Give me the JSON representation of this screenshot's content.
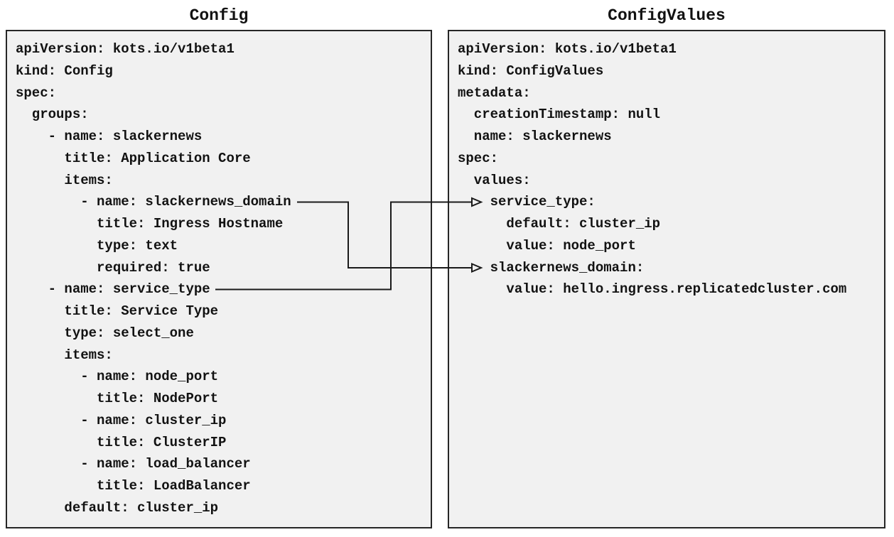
{
  "colors": {
    "box_fill": "#f1f1f1",
    "box_border": "#262626",
    "text": "#121212",
    "arrow": "#1a1a1a",
    "page_bg": "#ffffff"
  },
  "panels": {
    "left": {
      "title": "Config",
      "lines": [
        "apiVersion: kots.io/v1beta1",
        "kind: Config",
        "spec:",
        "  groups:",
        "    - name: slackernews",
        "      title: Application Core",
        "      items:",
        "        - name: slackernews_domain",
        "          title: Ingress Hostname",
        "          type: text",
        "          required: true",
        "    - name: service_type",
        "      title: Service Type",
        "      type: select_one",
        "      items:",
        "        - name: node_port",
        "          title: NodePort",
        "        - name: cluster_ip",
        "          title: ClusterIP",
        "        - name: load_balancer",
        "          title: LoadBalancer",
        "      default: cluster_ip"
      ]
    },
    "right": {
      "title": "ConfigValues",
      "lines": [
        "apiVersion: kots.io/v1beta1",
        "kind: ConfigValues",
        "metadata:",
        "  creationTimestamp: null",
        "  name: slackernews",
        "spec:",
        "  values:",
        "    service_type:",
        "      default: cluster_ip",
        "      value: node_port",
        "    slackernews_domain:",
        "      value: hello.ingress.replicatedcluster.com"
      ]
    }
  },
  "connections": [
    {
      "from": "Config item: slackernews_domain",
      "to": "ConfigValues key: slackernews_domain"
    },
    {
      "from": "Config item: service_type",
      "to": "ConfigValues key: service_type"
    }
  ]
}
